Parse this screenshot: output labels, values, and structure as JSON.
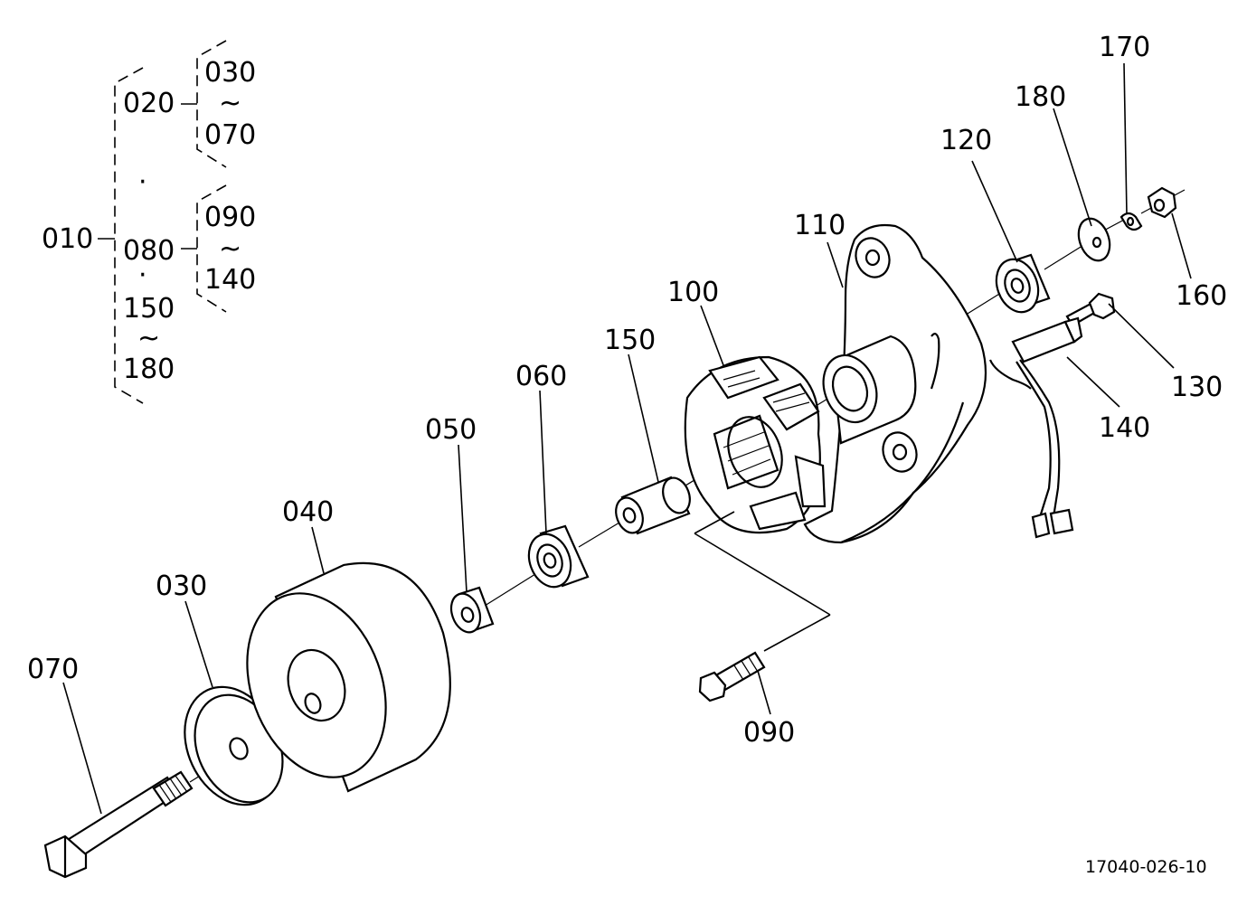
{
  "diagram": {
    "parts": [
      {
        "id": "010",
        "label": "010"
      },
      {
        "id": "020",
        "label": "020"
      },
      {
        "id": "030",
        "label": "030"
      },
      {
        "id": "040",
        "label": "040"
      },
      {
        "id": "050",
        "label": "050"
      },
      {
        "id": "060",
        "label": "060"
      },
      {
        "id": "070",
        "label": "070"
      },
      {
        "id": "080",
        "label": "080"
      },
      {
        "id": "090",
        "label": "090"
      },
      {
        "id": "100",
        "label": "100"
      },
      {
        "id": "110",
        "label": "110"
      },
      {
        "id": "120",
        "label": "120"
      },
      {
        "id": "130",
        "label": "130"
      },
      {
        "id": "140",
        "label": "140"
      },
      {
        "id": "150",
        "label": "150"
      },
      {
        "id": "160",
        "label": "160"
      },
      {
        "id": "170",
        "label": "170"
      },
      {
        "id": "180",
        "label": "180"
      }
    ],
    "hierarchy": {
      "root": "010",
      "group_a": {
        "parent": "020",
        "from": "030",
        "to": "070"
      },
      "group_b": {
        "parent": "080",
        "from": "090",
        "to": "140"
      },
      "group_c": {
        "from": "150",
        "to": "180"
      },
      "range_mark": "~",
      "dot": "·"
    },
    "reference_code": "17040-026-10"
  }
}
